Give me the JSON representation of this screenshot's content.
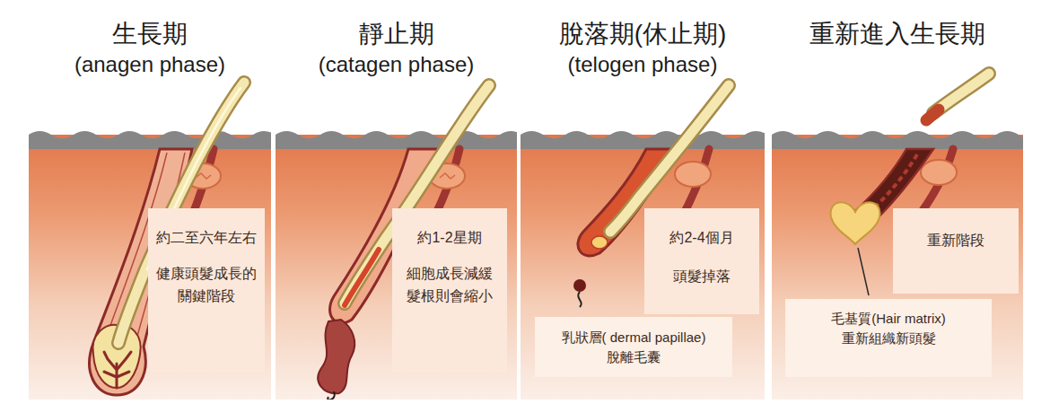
{
  "diagram": {
    "nodes": [
      {
        "text": [
          "生長期",
          "(anagen phase)"
        ]
      },
      {
        "text": [
          "約二至六年左右",
          "健康頭髮成長的 關鍵階段"
        ],
        "in": 0
      },
      {
        "text": [
          "靜止期",
          "(catagen phase)"
        ]
      },
      {
        "text": [
          "約1-2星期",
          "細胞成長減緩 髮根則會縮小"
        ],
        "in": 2
      },
      {
        "text": [
          "脫落期(休止期)",
          "(telogen phase)"
        ]
      },
      {
        "text": [
          "約2-4個月",
          "頭髮掉落"
        ],
        "in": 4
      },
      {
        "text": [
          "乳狀層( dermal papillae) 脫離毛囊"
        ],
        "in": 4
      },
      {
        "text": [
          "重新進入生長期"
        ]
      },
      {
        "text": [
          "重新階段"
        ],
        "in": 7
      },
      {
        "text": [
          "毛基質(Hair matrix) 重新組織新頭髮"
        ],
        "in": 7
      }
    ]
  }
}
